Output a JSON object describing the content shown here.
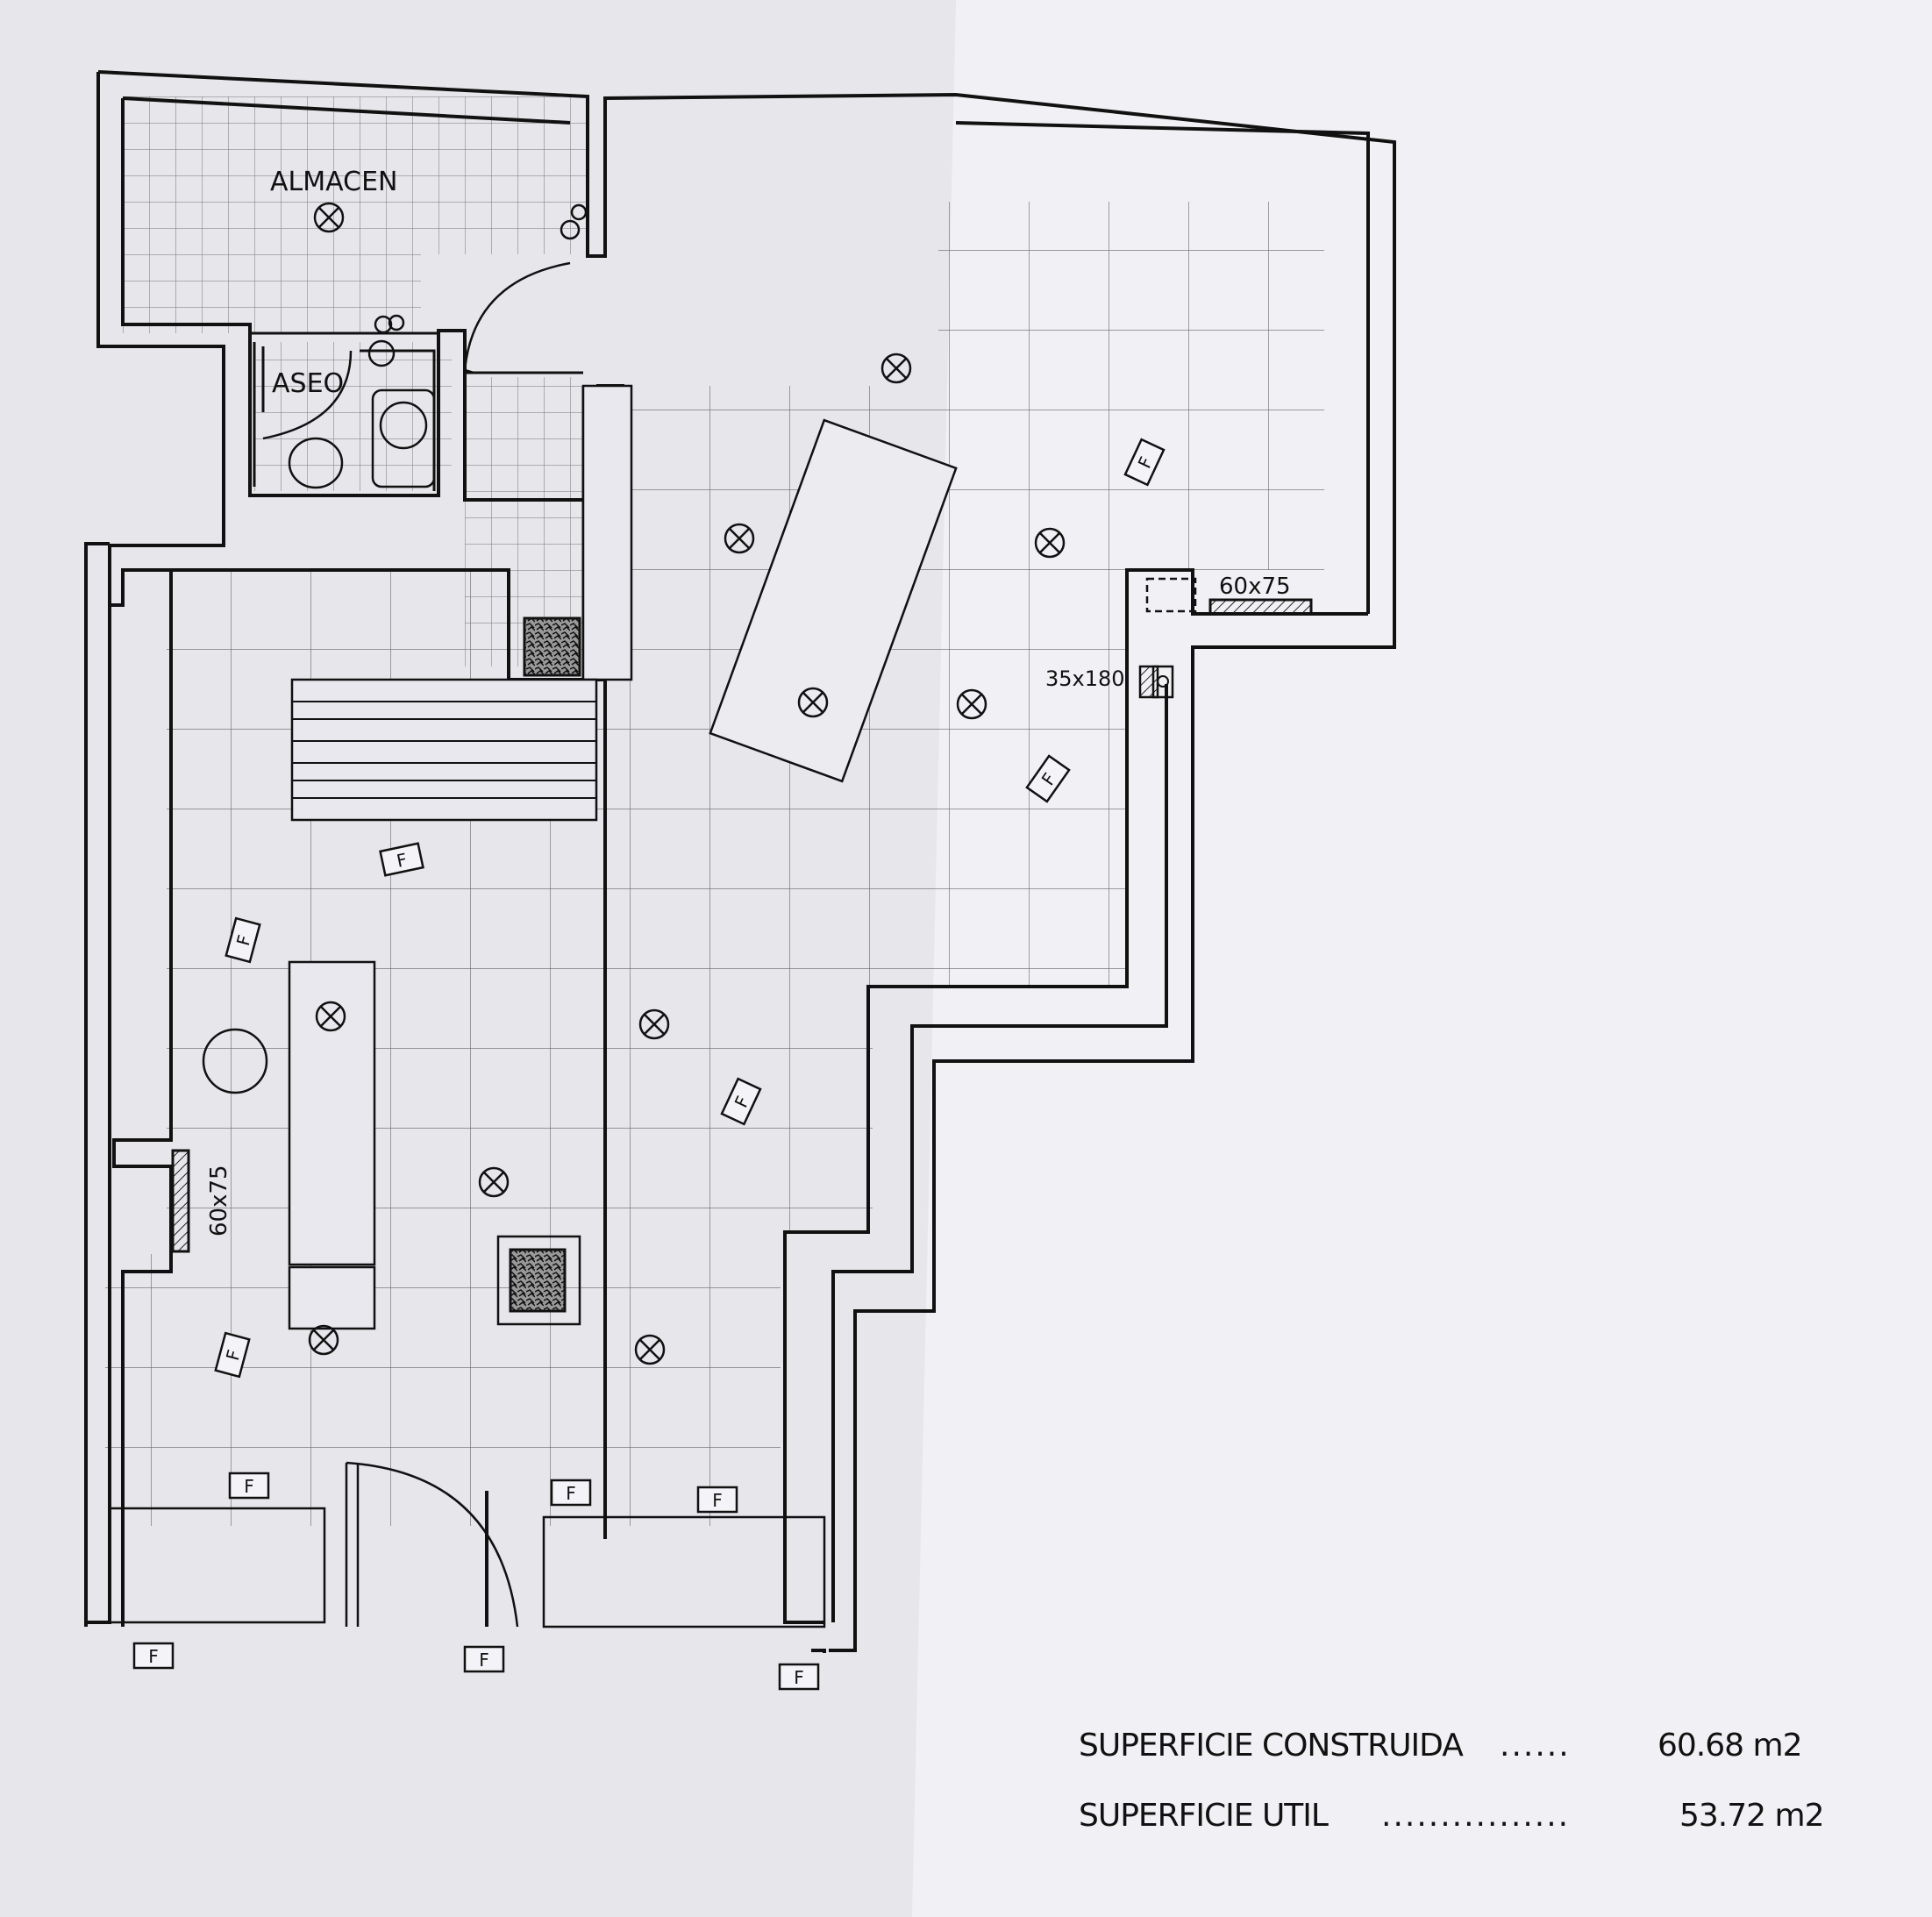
{
  "labels": {
    "storage": "ALMACEN",
    "toilet": "ASEO",
    "radiator_left": "60x75",
    "radiator_right": "60x75",
    "radiator_small": "35x180",
    "fluorescent": "F"
  },
  "areas": {
    "built": {
      "label": "SUPERFICIE CONSTRUIDA",
      "dots": "......",
      "value": "60.68 m2"
    },
    "usable": {
      "label": "SUPERFICIE UTIL",
      "dots": "................",
      "value": "53.72 m2"
    }
  }
}
